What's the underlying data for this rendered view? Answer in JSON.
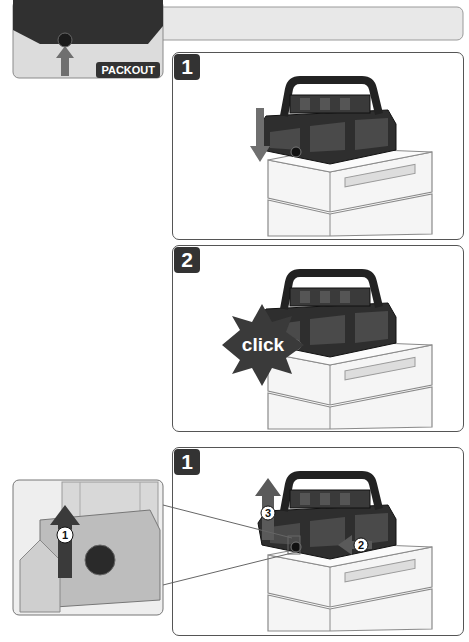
{
  "diagram": {
    "nodes": [
      {
        "text": [
          "PACKOUT"
        ]
      },
      {
        "text": [
          "1"
        ]
      },
      {
        "text": [
          "2"
        ]
      },
      {
        "text": [
          "1"
        ]
      }
    ],
    "labels": [
      "click",
      "3",
      "1",
      "2"
    ]
  }
}
